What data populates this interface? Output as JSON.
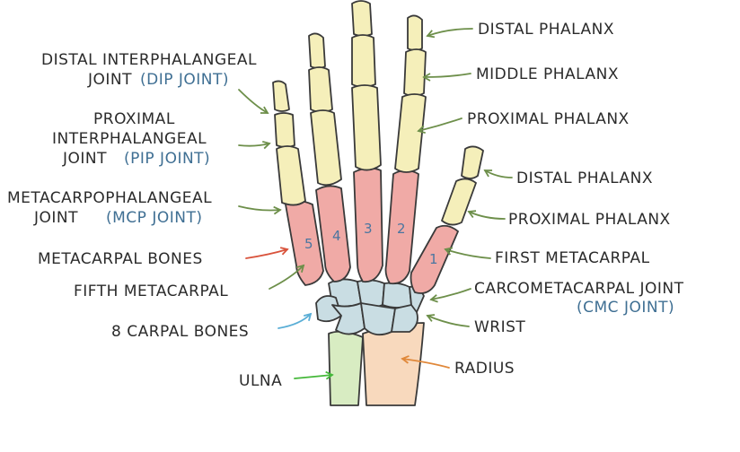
{
  "colors": {
    "phalanx": "#f5efba",
    "metacarpal": "#f0aaa6",
    "carpal": "#c9dde3",
    "ulna": "#d8ecc2",
    "radius": "#f8d9bd",
    "arrow_default": "#6d8f4a",
    "arrow_metacarpal_bones": "#d9533c",
    "arrow_carpal": "#5aaed6",
    "arrow_ulna": "#45b83a",
    "arrow_radius": "#e0883a",
    "text_blue": "#3f6f93"
  },
  "labels": {
    "distal_phalanx_top": "DISTAL PHALANX",
    "middle_phalanx": "MIDDLE PHALANX",
    "proximal_phalanx_top": "PROXIMAL PHALANX",
    "distal_phalanx_thumb": "DISTAL PHALANX",
    "proximal_phalanx_thumb": "PROXIMAL PHALANX",
    "first_metacarpal": "FIRST METACARPAL",
    "cmc_joint": "CARCOMETACARPAL JOINT",
    "cmc_joint_abbr": "(CMC JOINT)",
    "wrist": "WRIST",
    "radius": "RADIUS",
    "dip_joint_line1": "DISTAL INTERPHALANGEAL",
    "dip_joint_line2": "JOINT",
    "dip_joint_abbr": "(DIP JOINT)",
    "pip_joint_line1": "PROXIMAL",
    "pip_joint_line2": "INTERPHALANGEAL",
    "pip_joint_line3": "JOINT",
    "pip_joint_abbr": "(PIP JOINT)",
    "mcp_joint_line1": "METACARPOPHALANGEAL",
    "mcp_joint_line2": "JOINT",
    "mcp_joint_abbr": "(MCP JOINT)",
    "metacarpal_bones": "METACARPAL BONES",
    "fifth_metacarpal": "FIFTH METACARPAL",
    "carpal_bones": "8 CARPAL BONES",
    "ulna": "ULNA"
  },
  "metacarpal_numbers": [
    "5",
    "4",
    "3",
    "2",
    "1"
  ]
}
